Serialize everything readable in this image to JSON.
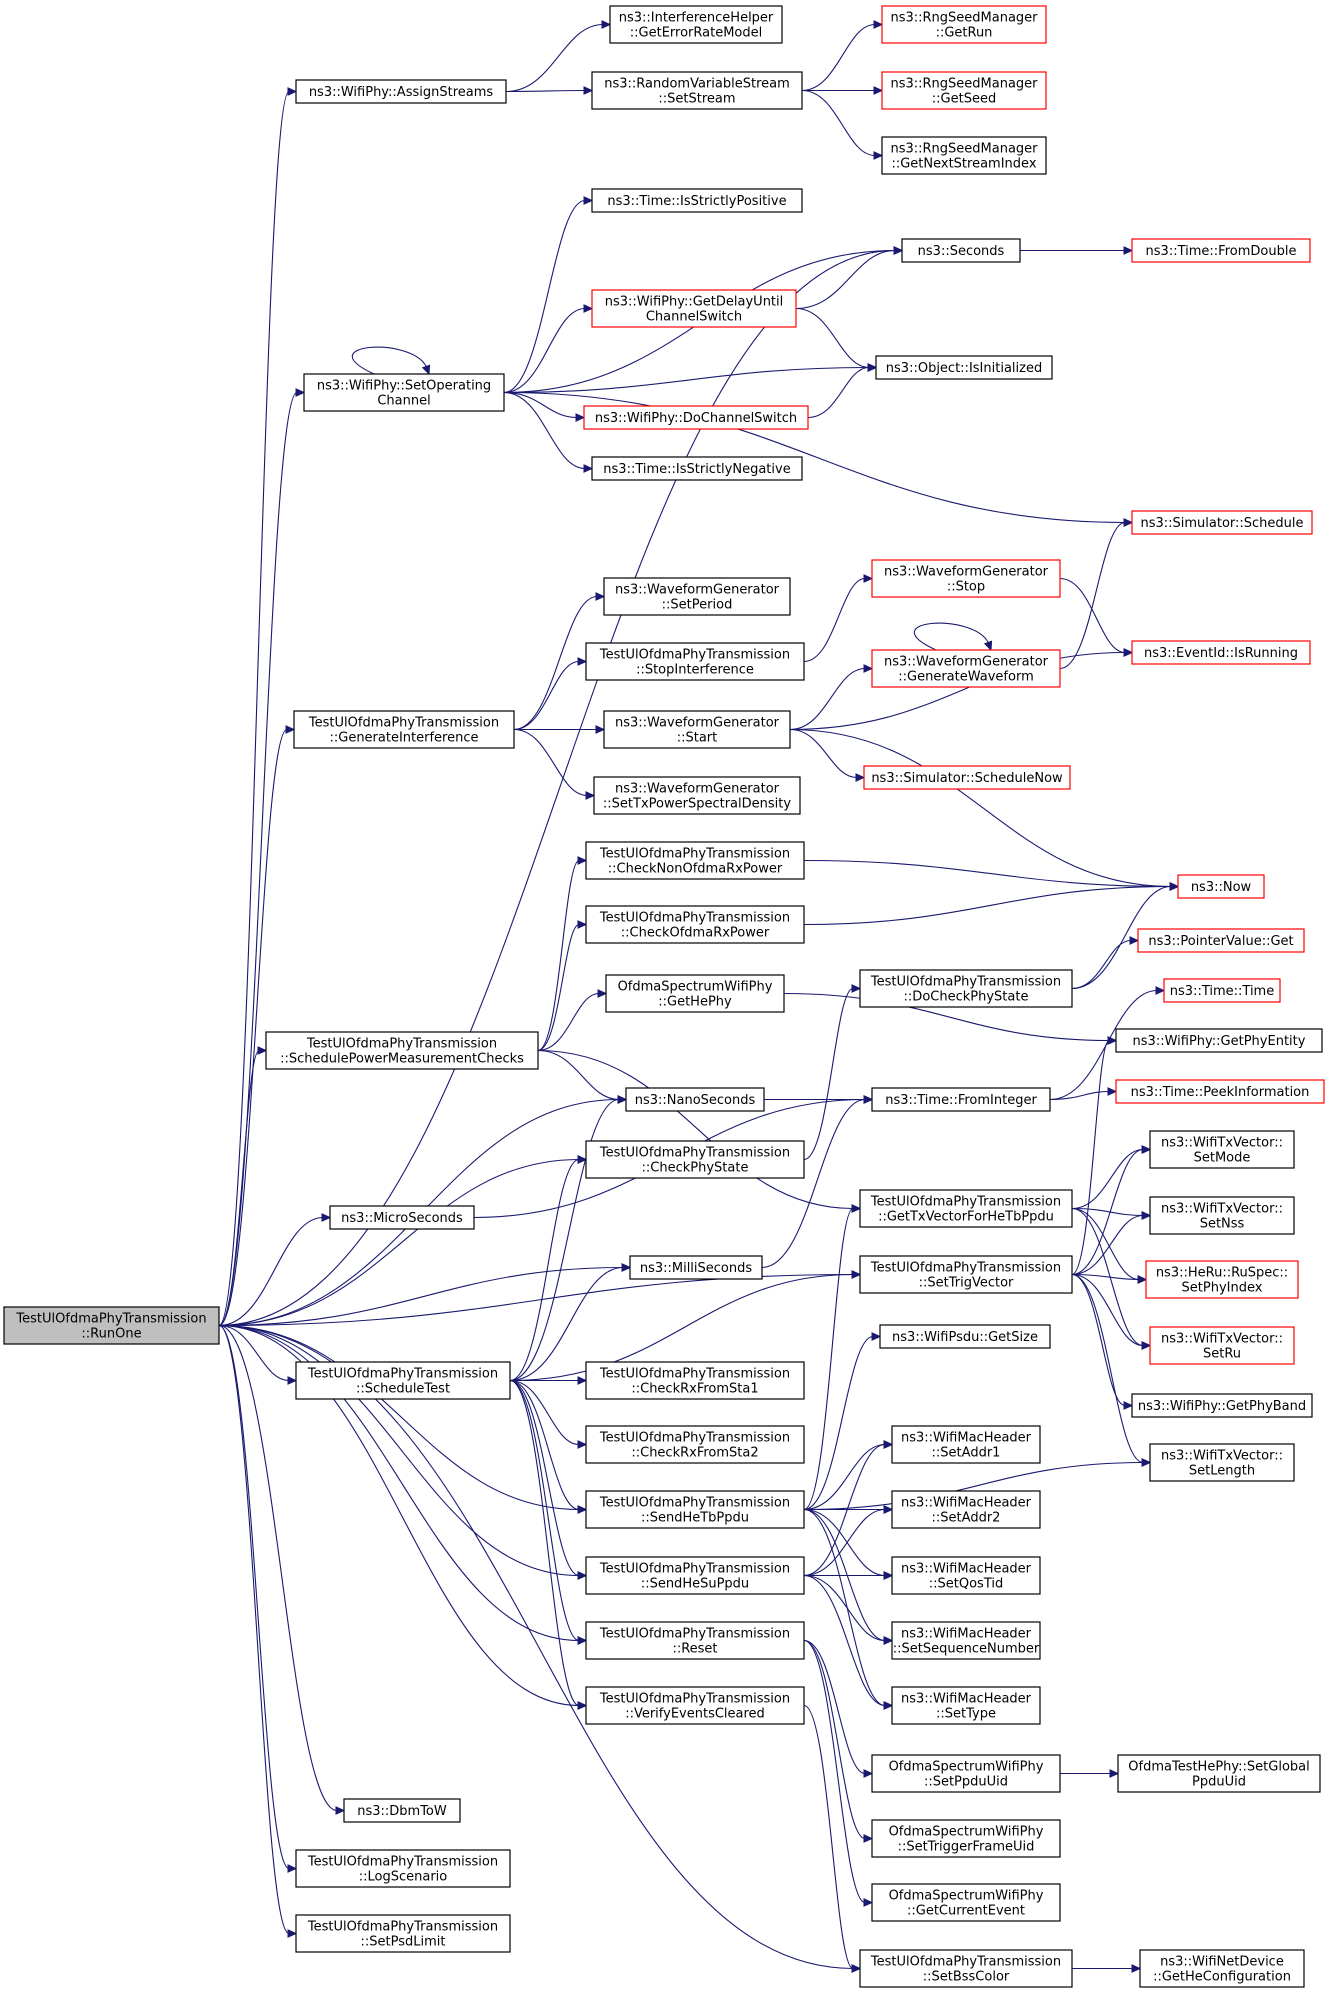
{
  "nodes": [
    {
      "id": "root",
      "lines": [
        "TestUlOfdmaPhyTransmission",
        "::RunOne"
      ],
      "style": "root"
    },
    {
      "id": "assignStreams",
      "lines": [
        "ns3::WifiPhy::AssignStreams"
      ],
      "style": "normal"
    },
    {
      "id": "getErrorRateModel",
      "lines": [
        "ns3::InterferenceHelper",
        "::GetErrorRateModel"
      ],
      "style": "normal"
    },
    {
      "id": "setStream",
      "lines": [
        "ns3::RandomVariableStream",
        "::SetStream"
      ],
      "style": "normal"
    },
    {
      "id": "getRun",
      "lines": [
        "ns3::RngSeedManager",
        "::GetRun"
      ],
      "style": "red"
    },
    {
      "id": "getSeed",
      "lines": [
        "ns3::RngSeedManager",
        "::GetSeed"
      ],
      "style": "red"
    },
    {
      "id": "getNextStreamIndex",
      "lines": [
        "ns3::RngSeedManager",
        "::GetNextStreamIndex"
      ],
      "style": "normal"
    },
    {
      "id": "isStrictlyPositive",
      "lines": [
        "ns3::Time::IsStrictlyPositive"
      ],
      "style": "normal"
    },
    {
      "id": "seconds",
      "lines": [
        "ns3::Seconds"
      ],
      "style": "normal"
    },
    {
      "id": "fromDouble",
      "lines": [
        "ns3::Time::FromDouble"
      ],
      "style": "red"
    },
    {
      "id": "getDelayUntil",
      "lines": [
        "ns3::WifiPhy::GetDelayUntil",
        "ChannelSwitch"
      ],
      "style": "red"
    },
    {
      "id": "setOperatingChannel",
      "lines": [
        "ns3::WifiPhy::SetOperating",
        "Channel"
      ],
      "style": "normal"
    },
    {
      "id": "isInitialized",
      "lines": [
        "ns3::Object::IsInitialized"
      ],
      "style": "normal"
    },
    {
      "id": "doChannelSwitch",
      "lines": [
        "ns3::WifiPhy::DoChannelSwitch"
      ],
      "style": "red"
    },
    {
      "id": "isStrictlyNegative",
      "lines": [
        "ns3::Time::IsStrictlyNegative"
      ],
      "style": "normal"
    },
    {
      "id": "simSchedule",
      "lines": [
        "ns3::Simulator::Schedule"
      ],
      "style": "red"
    },
    {
      "id": "setPeriod",
      "lines": [
        "ns3::WaveformGenerator",
        "::SetPeriod"
      ],
      "style": "normal"
    },
    {
      "id": "wgStop",
      "lines": [
        "ns3::WaveformGenerator",
        "::Stop"
      ],
      "style": "red"
    },
    {
      "id": "stopInterference",
      "lines": [
        "TestUlOfdmaPhyTransmission",
        "::StopInterference"
      ],
      "style": "normal"
    },
    {
      "id": "generateWaveform",
      "lines": [
        "ns3::WaveformGenerator",
        "::GenerateWaveform"
      ],
      "style": "red"
    },
    {
      "id": "isRunning",
      "lines": [
        "ns3::EventId::IsRunning"
      ],
      "style": "red"
    },
    {
      "id": "generateInterference",
      "lines": [
        "TestUlOfdmaPhyTransmission",
        "::GenerateInterference"
      ],
      "style": "normal"
    },
    {
      "id": "wgStart",
      "lines": [
        "ns3::WaveformGenerator",
        "::Start"
      ],
      "style": "normal"
    },
    {
      "id": "scheduleNow",
      "lines": [
        "ns3::Simulator::ScheduleNow"
      ],
      "style": "red"
    },
    {
      "id": "setTxPsd",
      "lines": [
        "ns3::WaveformGenerator",
        "::SetTxPowerSpectralDensity"
      ],
      "style": "normal"
    },
    {
      "id": "checkNonOfdma",
      "lines": [
        "TestUlOfdmaPhyTransmission",
        "::CheckNonOfdmaRxPower"
      ],
      "style": "normal"
    },
    {
      "id": "now",
      "lines": [
        "ns3::Now"
      ],
      "style": "red"
    },
    {
      "id": "checkOfdma",
      "lines": [
        "TestUlOfdmaPhyTransmission",
        "::CheckOfdmaRxPower"
      ],
      "style": "normal"
    },
    {
      "id": "getHePhy",
      "lines": [
        "OfdmaSpectrumWifiPhy",
        "::GetHePhy"
      ],
      "style": "normal"
    },
    {
      "id": "doCheckPhyState",
      "lines": [
        "TestUlOfdmaPhyTransmission",
        "::DoCheckPhyState"
      ],
      "style": "normal"
    },
    {
      "id": "pointerGet",
      "lines": [
        "ns3::PointerValue::Get"
      ],
      "style": "red"
    },
    {
      "id": "timeTime",
      "lines": [
        "ns3::Time::Time"
      ],
      "style": "red"
    },
    {
      "id": "schedulePower",
      "lines": [
        "TestUlOfdmaPhyTransmission",
        "::SchedulePowerMeasurementChecks"
      ],
      "style": "normal"
    },
    {
      "id": "getPhyEntity",
      "lines": [
        "ns3::WifiPhy::GetPhyEntity"
      ],
      "style": "normal"
    },
    {
      "id": "nanoSeconds",
      "lines": [
        "ns3::NanoSeconds"
      ],
      "style": "normal"
    },
    {
      "id": "fromInteger",
      "lines": [
        "ns3::Time::FromInteger"
      ],
      "style": "normal"
    },
    {
      "id": "peekInformation",
      "lines": [
        "ns3::Time::PeekInformation"
      ],
      "style": "red"
    },
    {
      "id": "checkPhyState",
      "lines": [
        "TestUlOfdmaPhyTransmission",
        "::CheckPhyState"
      ],
      "style": "normal"
    },
    {
      "id": "setMode",
      "lines": [
        "ns3::WifiTxVector::",
        "SetMode"
      ],
      "style": "normal"
    },
    {
      "id": "microSeconds",
      "lines": [
        "ns3::MicroSeconds"
      ],
      "style": "normal"
    },
    {
      "id": "getTxVector",
      "lines": [
        "TestUlOfdmaPhyTransmission",
        "::GetTxVectorForHeTbPpdu"
      ],
      "style": "normal"
    },
    {
      "id": "setNss",
      "lines": [
        "ns3::WifiTxVector::",
        "SetNss"
      ],
      "style": "normal"
    },
    {
      "id": "milliSeconds",
      "lines": [
        "ns3::MilliSeconds"
      ],
      "style": "normal"
    },
    {
      "id": "setTrigVector",
      "lines": [
        "TestUlOfdmaPhyTransmission",
        "::SetTrigVector"
      ],
      "style": "normal"
    },
    {
      "id": "setPhyIndex",
      "lines": [
        "ns3::HeRu::RuSpec::",
        "SetPhyIndex"
      ],
      "style": "red"
    },
    {
      "id": "setRu",
      "lines": [
        "ns3::WifiTxVector::",
        "SetRu"
      ],
      "style": "red"
    },
    {
      "id": "getSize",
      "lines": [
        "ns3::WifiPsdu::GetSize"
      ],
      "style": "normal"
    },
    {
      "id": "scheduleTest",
      "lines": [
        "TestUlOfdmaPhyTransmission",
        "::ScheduleTest"
      ],
      "style": "normal"
    },
    {
      "id": "checkRxSta1",
      "lines": [
        "TestUlOfdmaPhyTransmission",
        "::CheckRxFromSta1"
      ],
      "style": "normal"
    },
    {
      "id": "getPhyBand",
      "lines": [
        "ns3::WifiPhy::GetPhyBand"
      ],
      "style": "normal"
    },
    {
      "id": "setAddr1",
      "lines": [
        "ns3::WifiMacHeader",
        "::SetAddr1"
      ],
      "style": "normal"
    },
    {
      "id": "checkRxSta2",
      "lines": [
        "TestUlOfdmaPhyTransmission",
        "::CheckRxFromSta2"
      ],
      "style": "normal"
    },
    {
      "id": "setLength",
      "lines": [
        "ns3::WifiTxVector::",
        "SetLength"
      ],
      "style": "normal"
    },
    {
      "id": "sendHeTb",
      "lines": [
        "TestUlOfdmaPhyTransmission",
        "::SendHeTbPpdu"
      ],
      "style": "normal"
    },
    {
      "id": "setAddr2",
      "lines": [
        "ns3::WifiMacHeader",
        "::SetAddr2"
      ],
      "style": "normal"
    },
    {
      "id": "setQosTid",
      "lines": [
        "ns3::WifiMacHeader",
        "::SetQosTid"
      ],
      "style": "normal"
    },
    {
      "id": "sendHeSu",
      "lines": [
        "TestUlOfdmaPhyTransmission",
        "::SendHeSuPpdu"
      ],
      "style": "normal"
    },
    {
      "id": "setSeqNum",
      "lines": [
        "ns3::WifiMacHeader",
        "::SetSequenceNumber"
      ],
      "style": "normal"
    },
    {
      "id": "reset",
      "lines": [
        "TestUlOfdmaPhyTransmission",
        "::Reset"
      ],
      "style": "normal"
    },
    {
      "id": "setType",
      "lines": [
        "ns3::WifiMacHeader",
        "::SetType"
      ],
      "style": "normal"
    },
    {
      "id": "verifyEvents",
      "lines": [
        "TestUlOfdmaPhyTransmission",
        "::VerifyEventsCleared"
      ],
      "style": "normal"
    },
    {
      "id": "setPpduUid",
      "lines": [
        "OfdmaSpectrumWifiPhy",
        "::SetPpduUid"
      ],
      "style": "normal"
    },
    {
      "id": "setGlobalPpduUid",
      "lines": [
        "OfdmaTestHePhy::SetGlobal",
        "PpduUid"
      ],
      "style": "normal"
    },
    {
      "id": "dbmToW",
      "lines": [
        "ns3::DbmToW"
      ],
      "style": "normal"
    },
    {
      "id": "setTriggerFrameUid",
      "lines": [
        "OfdmaSpectrumWifiPhy",
        "::SetTriggerFrameUid"
      ],
      "style": "normal"
    },
    {
      "id": "logScenario",
      "lines": [
        "TestUlOfdmaPhyTransmission",
        "::LogScenario"
      ],
      "style": "normal"
    },
    {
      "id": "getCurrentEvent",
      "lines": [
        "OfdmaSpectrumWifiPhy",
        "::GetCurrentEvent"
      ],
      "style": "normal"
    },
    {
      "id": "setPsdLimit",
      "lines": [
        "TestUlOfdmaPhyTransmission",
        "::SetPsdLimit"
      ],
      "style": "normal"
    },
    {
      "id": "setBssColor",
      "lines": [
        "TestUlOfdmaPhyTransmission",
        "::SetBssColor"
      ],
      "style": "normal"
    },
    {
      "id": "getHeConfig",
      "lines": [
        "ns3::WifiNetDevice",
        "::GetHeConfiguration"
      ],
      "style": "normal"
    }
  ],
  "edges": [
    [
      "root",
      "assignStreams"
    ],
    [
      "root",
      "seconds"
    ],
    [
      "root",
      "setOperatingChannel"
    ],
    [
      "root",
      "generateInterference"
    ],
    [
      "root",
      "schedulePower"
    ],
    [
      "root",
      "nanoSeconds"
    ],
    [
      "root",
      "checkPhyState"
    ],
    [
      "root",
      "microSeconds"
    ],
    [
      "root",
      "milliSeconds"
    ],
    [
      "root",
      "setTrigVector"
    ],
    [
      "root",
      "scheduleTest"
    ],
    [
      "root",
      "sendHeTb"
    ],
    [
      "root",
      "sendHeSu"
    ],
    [
      "root",
      "reset"
    ],
    [
      "root",
      "verifyEvents"
    ],
    [
      "root",
      "dbmToW"
    ],
    [
      "root",
      "logScenario"
    ],
    [
      "root",
      "setPsdLimit"
    ],
    [
      "root",
      "setBssColor"
    ],
    [
      "assignStreams",
      "getErrorRateModel"
    ],
    [
      "assignStreams",
      "setStream"
    ],
    [
      "setStream",
      "getRun"
    ],
    [
      "setStream",
      "getSeed"
    ],
    [
      "setStream",
      "getNextStreamIndex"
    ],
    [
      "setOperatingChannel",
      "isStrictlyPositive"
    ],
    [
      "setOperatingChannel",
      "seconds"
    ],
    [
      "setOperatingChannel",
      "getDelayUntil"
    ],
    [
      "setOperatingChannel",
      "isInitialized"
    ],
    [
      "setOperatingChannel",
      "doChannelSwitch"
    ],
    [
      "setOperatingChannel",
      "isStrictlyNegative"
    ],
    [
      "setOperatingChannel",
      "simSchedule"
    ],
    [
      "setOperatingChannel",
      "setOperatingChannel"
    ],
    [
      "getDelayUntil",
      "seconds"
    ],
    [
      "getDelayUntil",
      "isInitialized"
    ],
    [
      "doChannelSwitch",
      "isInitialized"
    ],
    [
      "seconds",
      "fromDouble"
    ],
    [
      "generateInterference",
      "setPeriod"
    ],
    [
      "generateInterference",
      "stopInterference"
    ],
    [
      "generateInterference",
      "wgStart"
    ],
    [
      "generateInterference",
      "setTxPsd"
    ],
    [
      "stopInterference",
      "wgStop"
    ],
    [
      "wgStop",
      "isRunning"
    ],
    [
      "wgStart",
      "generateWaveform"
    ],
    [
      "wgStart",
      "isRunning"
    ],
    [
      "wgStart",
      "scheduleNow"
    ],
    [
      "wgStart",
      "now"
    ],
    [
      "generateWaveform",
      "simSchedule"
    ],
    [
      "generateWaveform",
      "generateWaveform"
    ],
    [
      "schedulePower",
      "checkNonOfdma"
    ],
    [
      "schedulePower",
      "checkOfdma"
    ],
    [
      "schedulePower",
      "getHePhy"
    ],
    [
      "schedulePower",
      "nanoSeconds"
    ],
    [
      "schedulePower",
      "getTxVector"
    ],
    [
      "checkNonOfdma",
      "now"
    ],
    [
      "checkOfdma",
      "now"
    ],
    [
      "getHePhy",
      "getPhyEntity"
    ],
    [
      "doCheckPhyState",
      "now"
    ],
    [
      "doCheckPhyState",
      "pointerGet"
    ],
    [
      "nanoSeconds",
      "fromInteger"
    ],
    [
      "microSeconds",
      "fromInteger"
    ],
    [
      "milliSeconds",
      "fromInteger"
    ],
    [
      "fromInteger",
      "timeTime"
    ],
    [
      "fromInteger",
      "peekInformation"
    ],
    [
      "checkPhyState",
      "doCheckPhyState"
    ],
    [
      "getTxVector",
      "setMode"
    ],
    [
      "getTxVector",
      "setNss"
    ],
    [
      "getTxVector",
      "setPhyIndex"
    ],
    [
      "getTxVector",
      "setRu"
    ],
    [
      "setTrigVector",
      "getPhyEntity"
    ],
    [
      "setTrigVector",
      "setMode"
    ],
    [
      "setTrigVector",
      "setNss"
    ],
    [
      "setTrigVector",
      "setPhyIndex"
    ],
    [
      "setTrigVector",
      "setRu"
    ],
    [
      "setTrigVector",
      "getPhyBand"
    ],
    [
      "setTrigVector",
      "setLength"
    ],
    [
      "scheduleTest",
      "nanoSeconds"
    ],
    [
      "scheduleTest",
      "checkPhyState"
    ],
    [
      "scheduleTest",
      "milliSeconds"
    ],
    [
      "scheduleTest",
      "setTrigVector"
    ],
    [
      "scheduleTest",
      "checkRxSta1"
    ],
    [
      "scheduleTest",
      "checkRxSta2"
    ],
    [
      "scheduleTest",
      "sendHeTb"
    ],
    [
      "scheduleTest",
      "sendHeSu"
    ],
    [
      "scheduleTest",
      "reset"
    ],
    [
      "scheduleTest",
      "verifyEvents"
    ],
    [
      "sendHeTb",
      "getTxVector"
    ],
    [
      "sendHeTb",
      "getSize"
    ],
    [
      "sendHeTb",
      "setLength"
    ],
    [
      "sendHeTb",
      "setAddr1"
    ],
    [
      "sendHeTb",
      "setAddr2"
    ],
    [
      "sendHeTb",
      "setQosTid"
    ],
    [
      "sendHeTb",
      "setSeqNum"
    ],
    [
      "sendHeTb",
      "setType"
    ],
    [
      "sendHeSu",
      "setAddr1"
    ],
    [
      "sendHeSu",
      "setAddr2"
    ],
    [
      "sendHeSu",
      "setQosTid"
    ],
    [
      "sendHeSu",
      "setSeqNum"
    ],
    [
      "sendHeSu",
      "setType"
    ],
    [
      "reset",
      "setPpduUid"
    ],
    [
      "reset",
      "setTriggerFrameUid"
    ],
    [
      "reset",
      "getCurrentEvent"
    ],
    [
      "verifyEvents",
      "setBssColor"
    ],
    [
      "setPpduUid",
      "setGlobalPpduUid"
    ],
    [
      "setBssColor",
      "getHeConfig"
    ]
  ]
}
